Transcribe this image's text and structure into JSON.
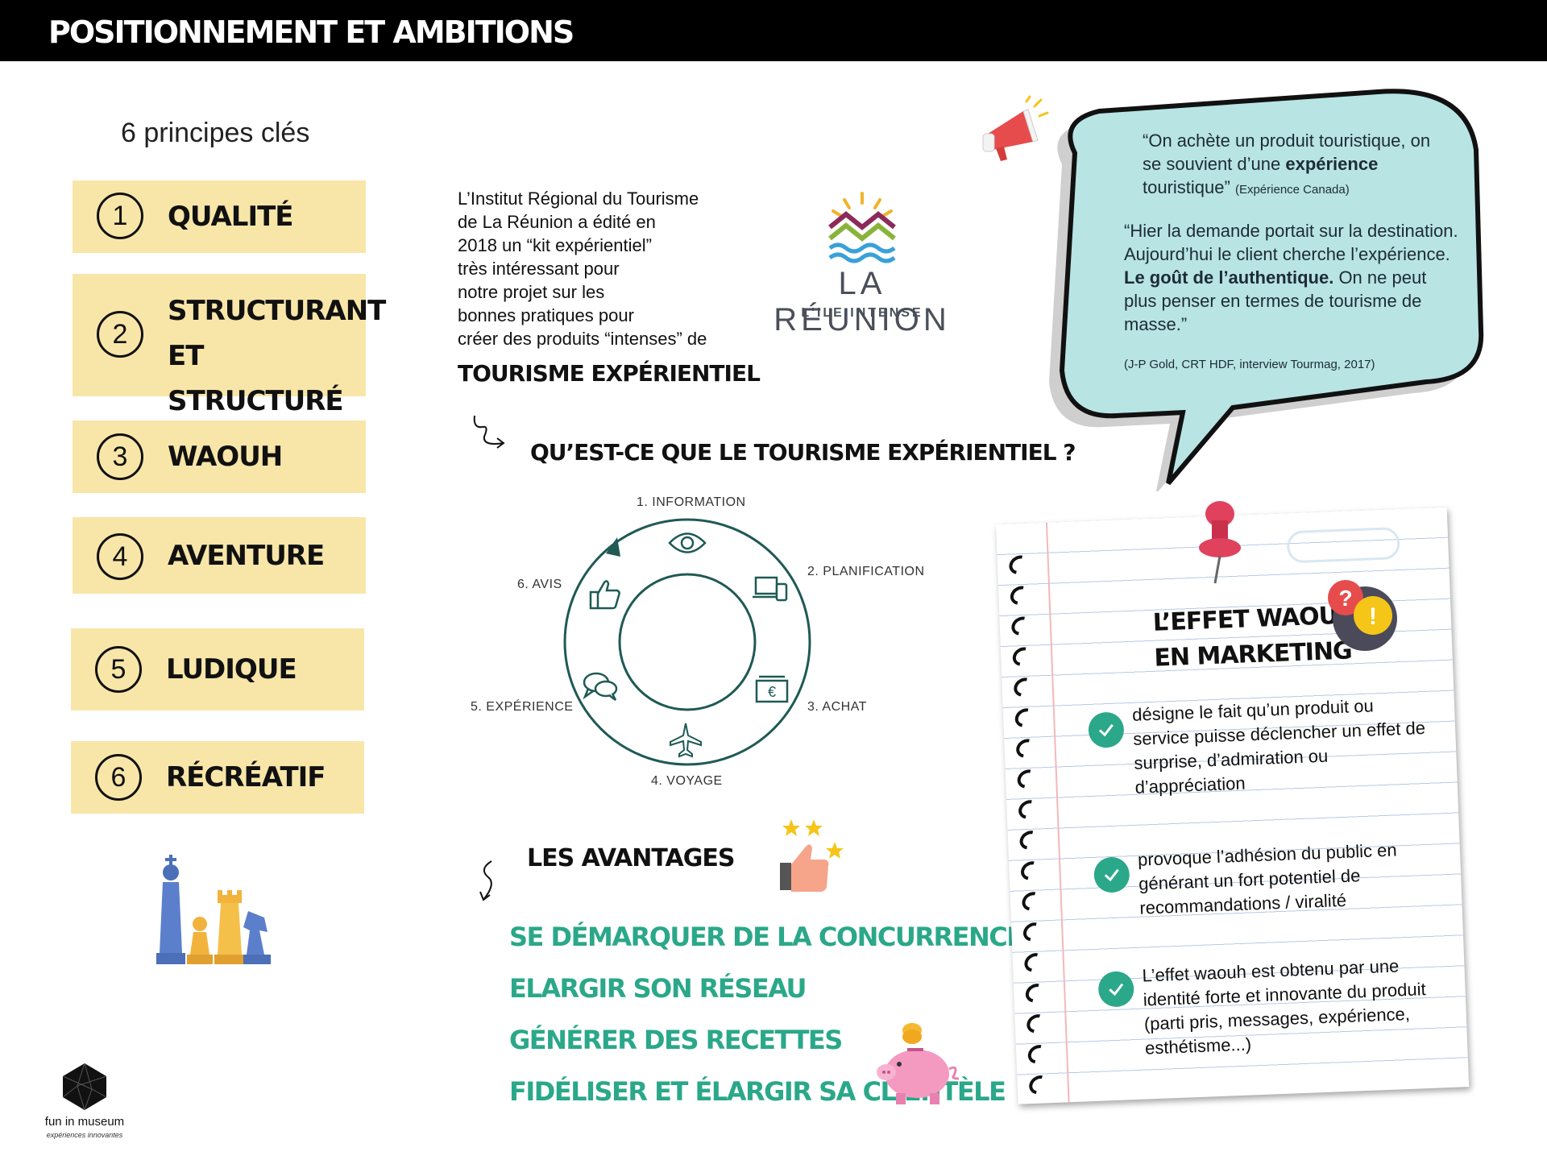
{
  "header": {
    "title": "POSITIONNEMENT ET AMBITIONS"
  },
  "principles": {
    "title": "6 principes clés",
    "items": [
      {
        "number": "1",
        "label": "QUALITÉ"
      },
      {
        "number": "2",
        "label_line1": "STRUCTURANT",
        "label_line2": "ET STRUCTURÉ"
      },
      {
        "number": "3",
        "label": "WAOUH"
      },
      {
        "number": "4",
        "label": "AVENTURE"
      },
      {
        "number": "5",
        "label": "LUDIQUE"
      },
      {
        "number": "6",
        "label": "RÉCRÉATIF"
      }
    ]
  },
  "intro": {
    "text": "L’Institut Régional du Tourisme\nde La Réunion a édité en\n2018 un “kit expérientiel”\ntrès intéressant pour\nnotre projet sur les\nbonnes pratiques pour\ncréer des produits “intenses” de",
    "highlight": "TOURISME EXPÉRIENTIEL"
  },
  "logo_reunion": {
    "name": "LA RÉUNION",
    "tagline": "L'ILE INTENSE"
  },
  "question": "QU’EST-CE QUE LE TOURISME EXPÉRIENTIEL ?",
  "cycle": {
    "steps": [
      {
        "label": "1. INFORMATION",
        "icon": "eye-icon"
      },
      {
        "label": "2. PLANIFICATION",
        "icon": "devices-icon"
      },
      {
        "label": "3. ACHAT",
        "icon": "euro-wallet-icon"
      },
      {
        "label": "4. VOYAGE",
        "icon": "airplane-icon"
      },
      {
        "label": "5. EXPÉRIENCE",
        "icon": "chat-bubbles-icon"
      },
      {
        "label": "6. AVIS",
        "icon": "thumbs-up-icon"
      }
    ],
    "color": "#1f5a55"
  },
  "avantages": {
    "title": "LES AVANTAGES",
    "items": [
      "SE DÉMARQUER DE LA CONCURRENCE",
      "ELARGIR SON RÉSEAU",
      "GÉNÉRER DES RECETTES",
      "FIDÉLISER ET ÉLARGIR SA CLIENTÈLE"
    ],
    "color": "#2aa889"
  },
  "quotes": {
    "q1_part1": "“On achète un produit touristique, on se souvient d’une ",
    "q1_bold": "expérience",
    "q1_part2": " touristique”",
    "q1_source": "(Expérience Canada)",
    "q2_part1": "“Hier la demande portait sur la destination. Aujourd’hui le client cherche l’expérience. ",
    "q2_bold": "Le goût de l’authentique.",
    "q2_part2": " On ne peut plus penser en termes de tourisme de masse.”",
    "q2_source": "(J-P Gold, CRT HDF, interview Tourmag, 2017)",
    "bubble_color": "#b8e4e4"
  },
  "note": {
    "title_line1": "L’EFFET WAOUH",
    "title_line2": "EN MARKETING",
    "items": [
      "désigne le fait qu’un produit ou service puisse déclencher un effet de surprise, d’admiration ou d’appréciation",
      "provoque l’adhésion du public en générant un fort potentiel de recommandations / viralité",
      "L’effet waouh est obtenu par une identité forte et innovante du produit (parti pris, messages, expérience, esthétisme...)"
    ]
  },
  "brand": {
    "name": "fun in museum",
    "tagline": "expériences innovantes"
  }
}
